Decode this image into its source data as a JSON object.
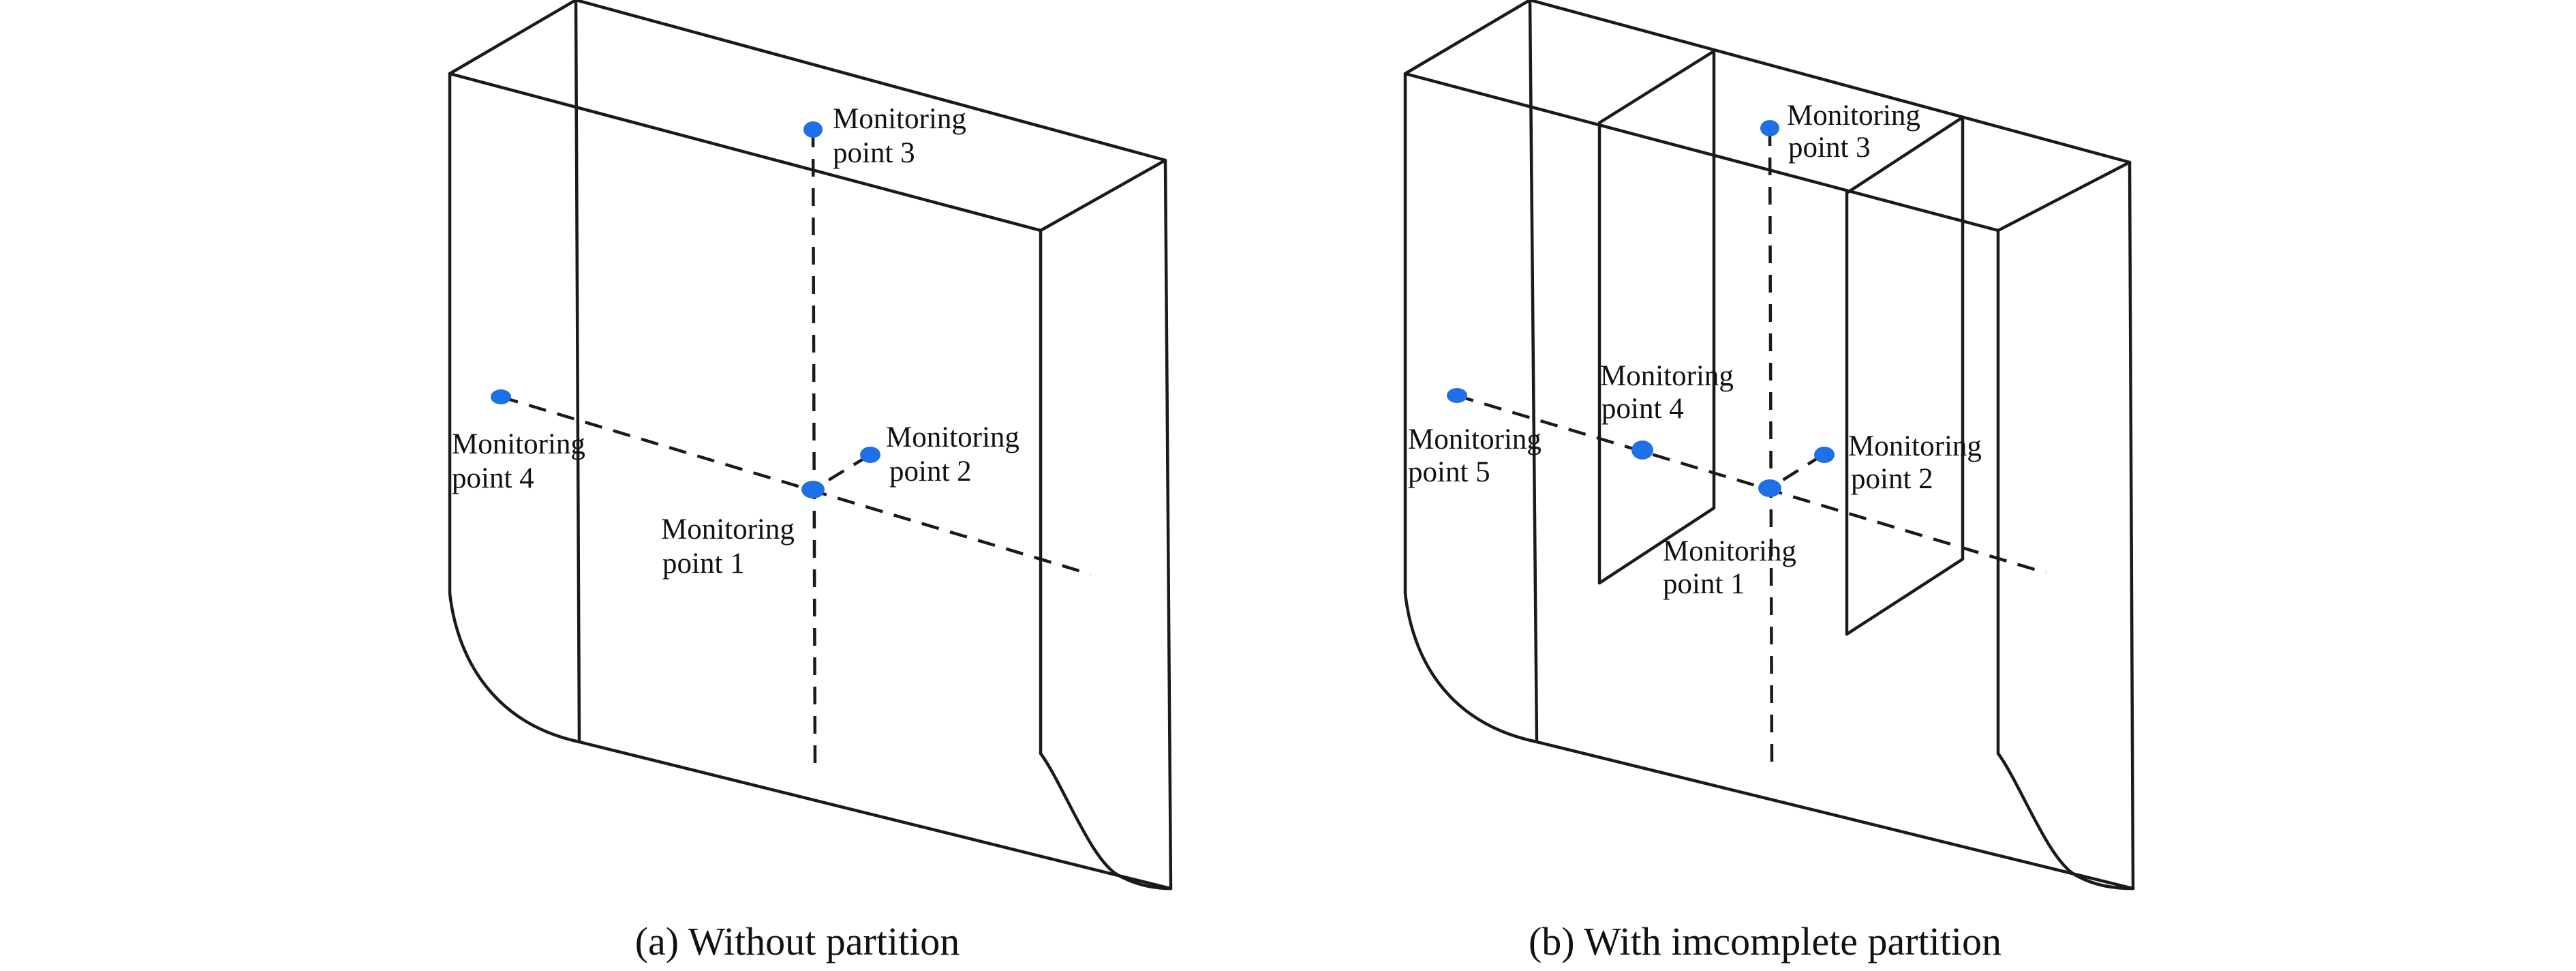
{
  "panels": [
    {
      "caption": "(a) Without partition",
      "points": [
        {
          "line1": "Monitoring",
          "line2": "point 3"
        },
        {
          "line1": "Monitoring",
          "line2": "point 4"
        },
        {
          "line1": "Monitoring",
          "line2": "point 2"
        },
        {
          "line1": "Monitoring",
          "line2": "point 1"
        }
      ]
    },
    {
      "caption": "(b) With imcomplete partition",
      "points": [
        {
          "line1": "Monitoring",
          "line2": "point 3"
        },
        {
          "line1": "Monitoring",
          "line2": "point 4"
        },
        {
          "line1": "Monitoring",
          "line2": "point 5"
        },
        {
          "line1": "Monitoring",
          "line2": "point 2"
        },
        {
          "line1": "Monitoring",
          "line2": "point 1"
        }
      ]
    }
  ],
  "colors": {
    "marker": "#1f6fe6",
    "line": "#1a1a1a"
  }
}
